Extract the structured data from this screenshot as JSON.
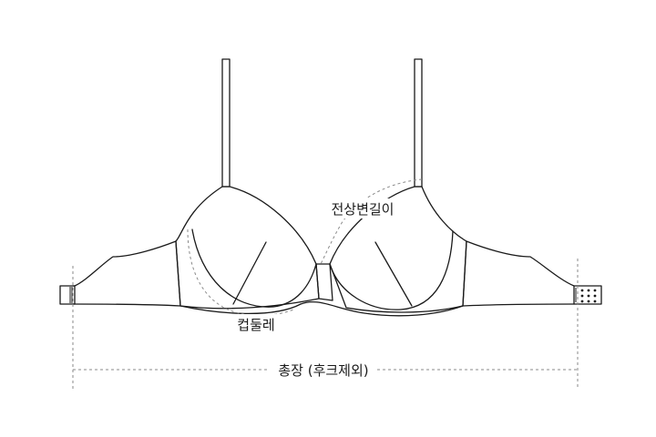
{
  "labels": {
    "neckline_edge": "전상변길이",
    "cup_circumference": "컵둘레",
    "total_length": "총장 (후크제외)"
  }
}
